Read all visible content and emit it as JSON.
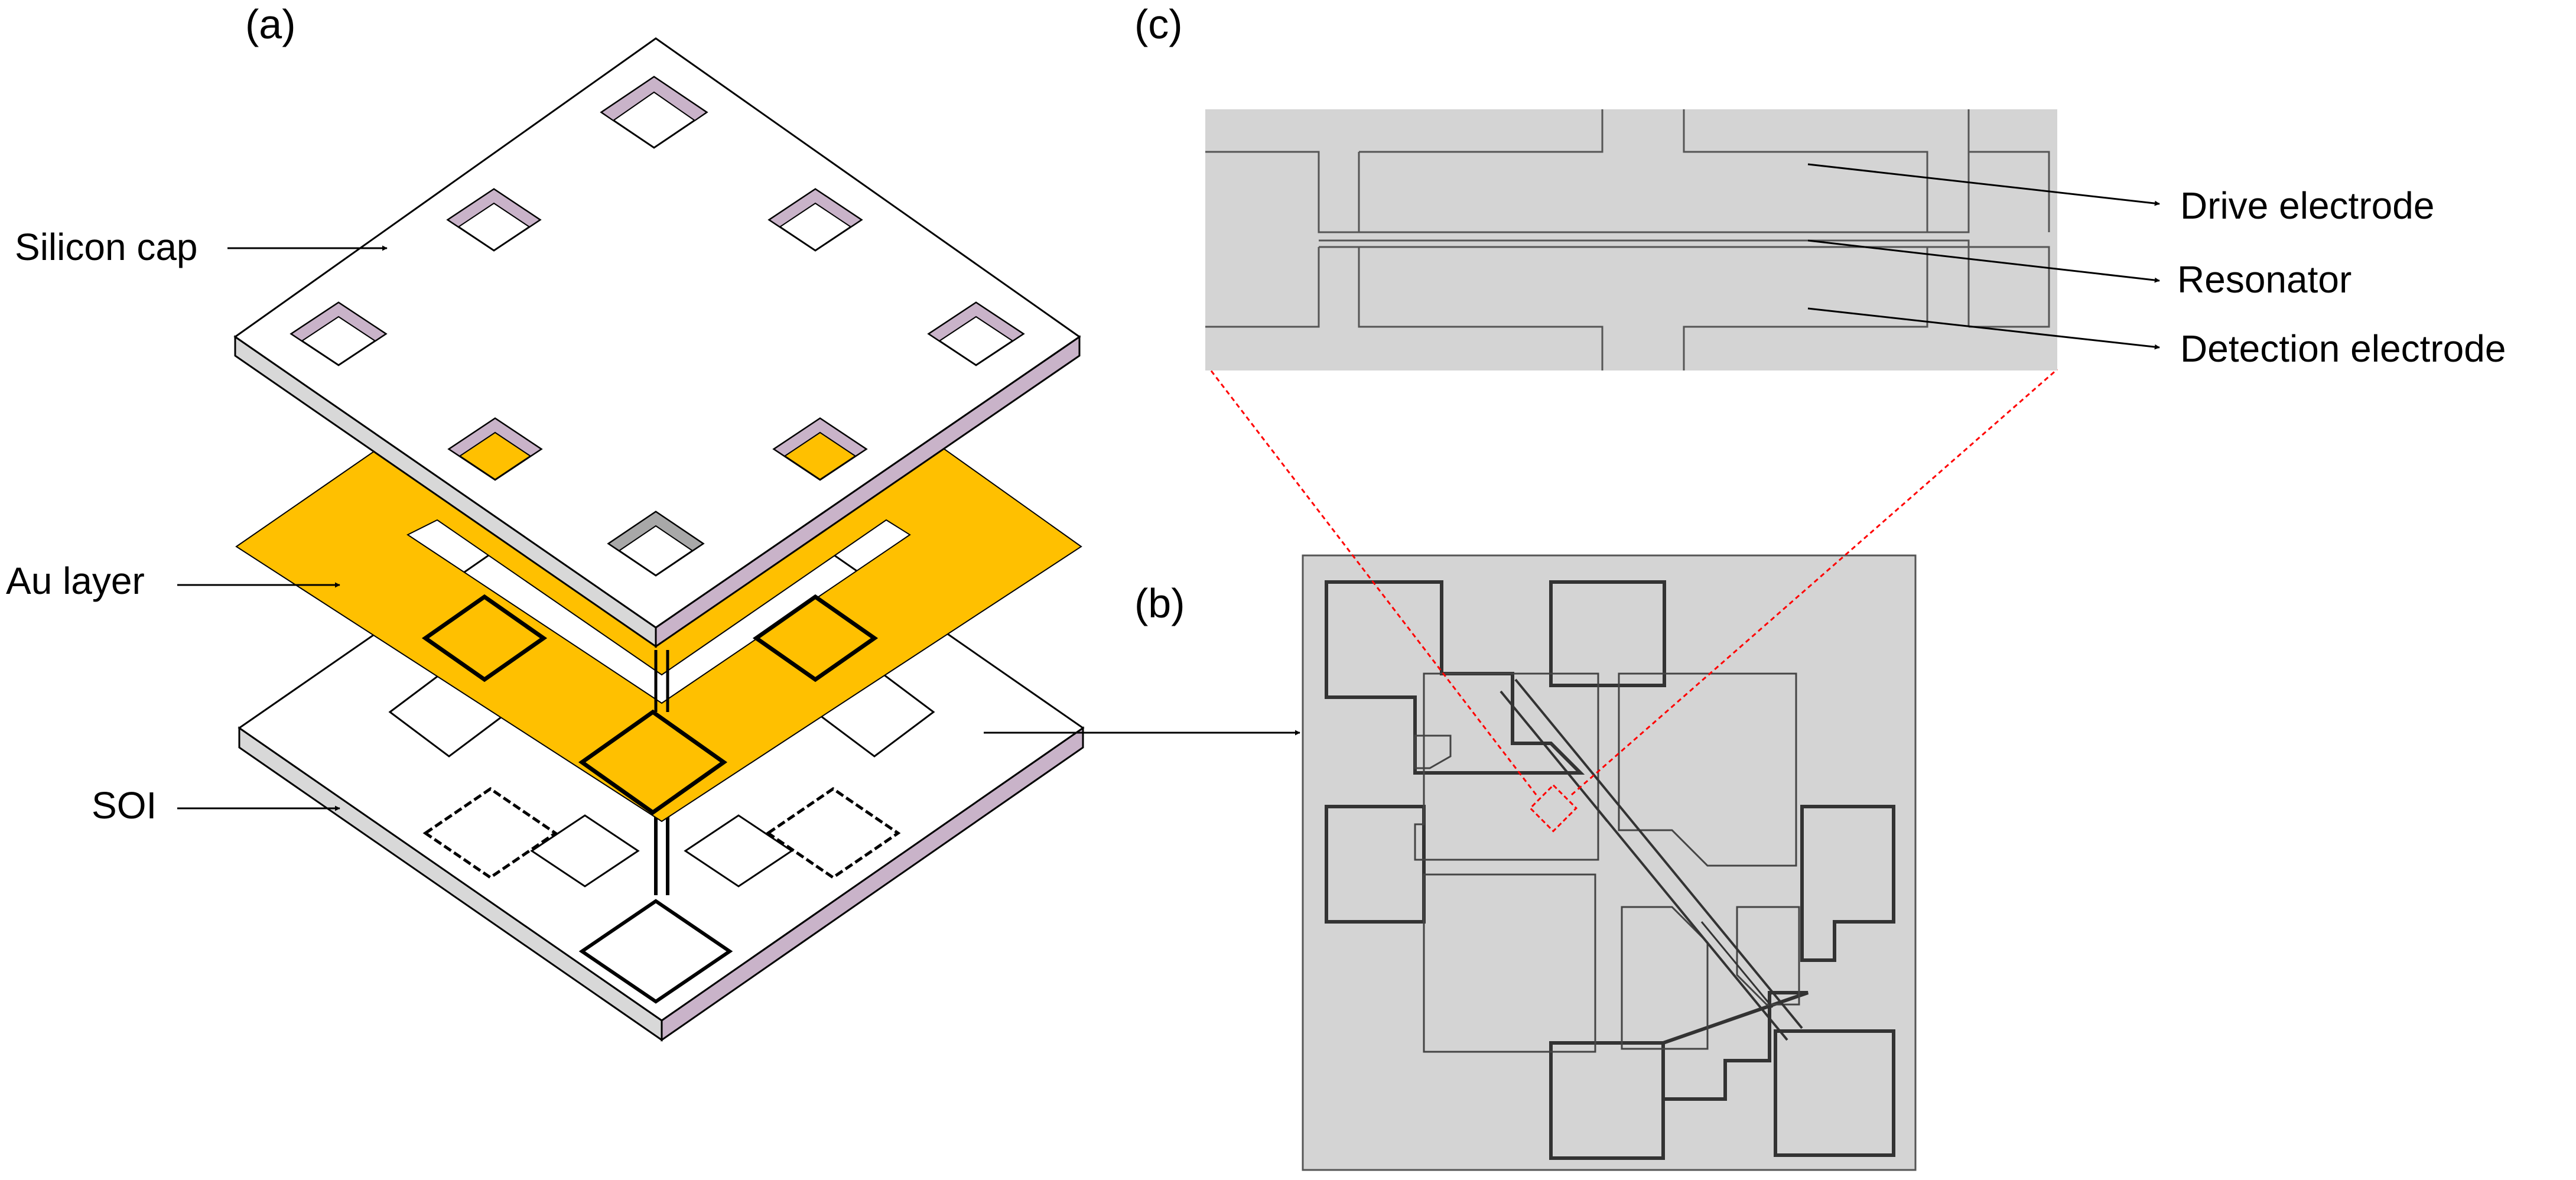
{
  "panels": {
    "a": "(a)",
    "b": "(b)",
    "c": "(c)"
  },
  "labels_a": {
    "cap": "Silicon cap",
    "au": "Au layer",
    "soi": "SOI"
  },
  "labels_c": {
    "drive": "Drive electrode",
    "resonator": "Resonator",
    "detection": "Detection electrode"
  },
  "colors": {
    "gold": "#FFC000",
    "plate_edge_light": "#D8D8D8",
    "plate_edge_purple": "#C9B3C9",
    "chip_gray": "#D4D4D4",
    "zoom_line": "#FF0000"
  }
}
